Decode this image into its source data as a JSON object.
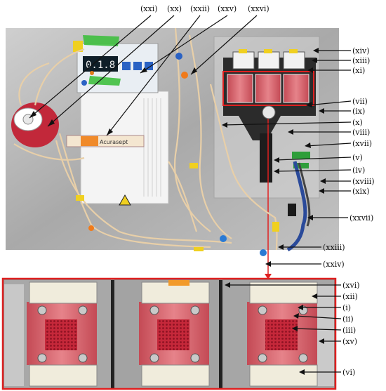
{
  "figure": {
    "top_labels": [
      "(xxi)",
      "(xx)",
      "(xxii)",
      "(xxv)",
      "(xxvi)"
    ],
    "right_labels_top": [
      "(xiv)",
      "(xiii)",
      "(xi)",
      "(vii)",
      "(ix)",
      "(x)",
      "(viii)",
      "(xvii)",
      "(v)",
      "(iv)",
      "(xviii)",
      "(xix)",
      "(xxvii)",
      "(xxiii)",
      "(xxiv)"
    ],
    "right_labels_bottom": [
      "(xvi)",
      "(xii)",
      "(i)",
      "(ii)",
      "(iii)",
      "(xv)",
      "(vi)"
    ],
    "device_screen_text": "0.1.8",
    "syringe_label": "Acurasept"
  },
  "colors": {
    "callout_red": "#e02020",
    "rig_plate": "#b9b9b9",
    "tubing": "#e8cfa8",
    "chamber_pink": "#d8606a"
  }
}
